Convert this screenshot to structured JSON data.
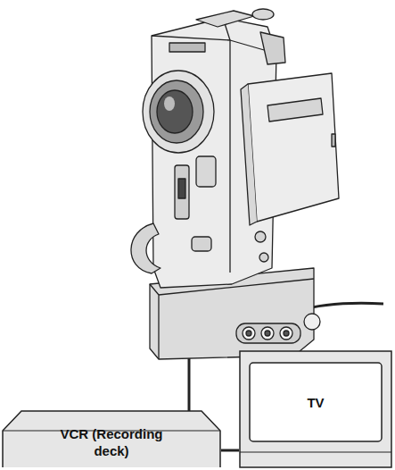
{
  "diagram": {
    "nodes": [
      {
        "text": [
          "VCR (Recording deck)"
        ]
      },
      {
        "text": [
          "TV"
        ]
      }
    ],
    "edges": [
      {
        "from": 0,
        "to": 1,
        "arrow": "none"
      }
    ]
  }
}
